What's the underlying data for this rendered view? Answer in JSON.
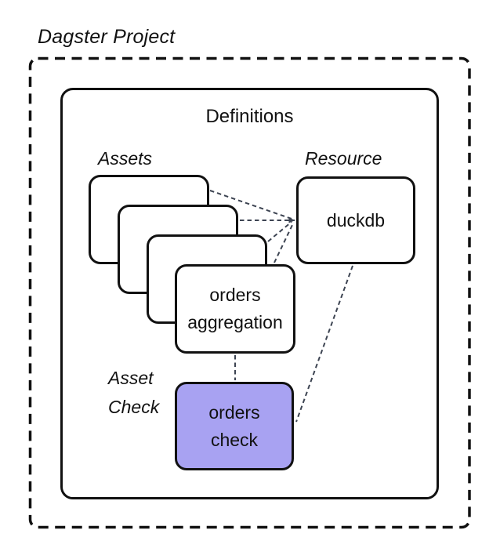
{
  "diagram": {
    "title": "Dagster Project",
    "definitions": {
      "label": "Definitions"
    },
    "groups": {
      "assets": {
        "label": "Assets"
      },
      "resource": {
        "label": "Resource"
      },
      "asset_check": {
        "lines": [
          "Asset",
          "Check"
        ]
      }
    },
    "nodes": {
      "orders_aggregation": {
        "lines": [
          "orders",
          "aggregation"
        ]
      },
      "duckdb": {
        "label": "duckdb"
      },
      "orders_check": {
        "lines": [
          "orders",
          "check"
        ]
      },
      "unlabeled_asset_cards": 3
    },
    "colors": {
      "asset_check_fill": "#a8a2f2",
      "connector": "#3d4452",
      "outline": "#111111",
      "background": "#ffffff"
    }
  }
}
